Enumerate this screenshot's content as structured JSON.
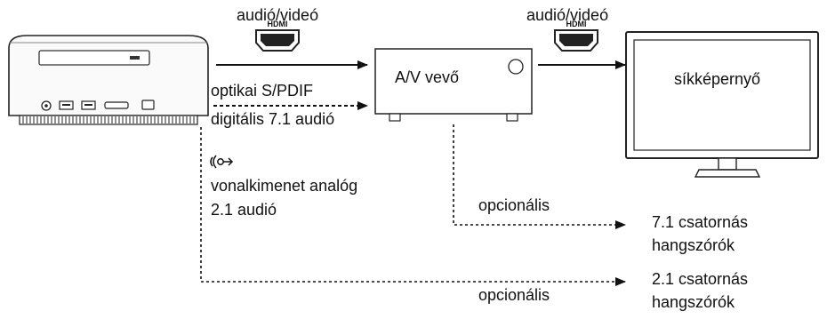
{
  "labels": {
    "av_left": "audió/videó",
    "av_right": "audió/videó",
    "receiver": "A/V vevő",
    "display": "síkképernyő",
    "optical_line1": "optikai S/PDIF",
    "optical_line2": "digitális 7.1 audió",
    "analog_line1": "vonalkimenet analóg",
    "analog_line2": "2.1 audió",
    "optional_top": "opcionális",
    "optional_bottom": "opcionális",
    "speakers71_line1": "7.1 csatornás",
    "speakers71_line2": "hangszórók",
    "speakers21_line1": "2.1 csatornás",
    "speakers21_line2": "hangszórók"
  },
  "hdmi_logo_text": "HDMI",
  "icons": [
    "hdmi-connector-icon",
    "line-out-icon",
    "headphone-jack-icon",
    "usb-port-icon",
    "card-reader-slot-icon"
  ]
}
